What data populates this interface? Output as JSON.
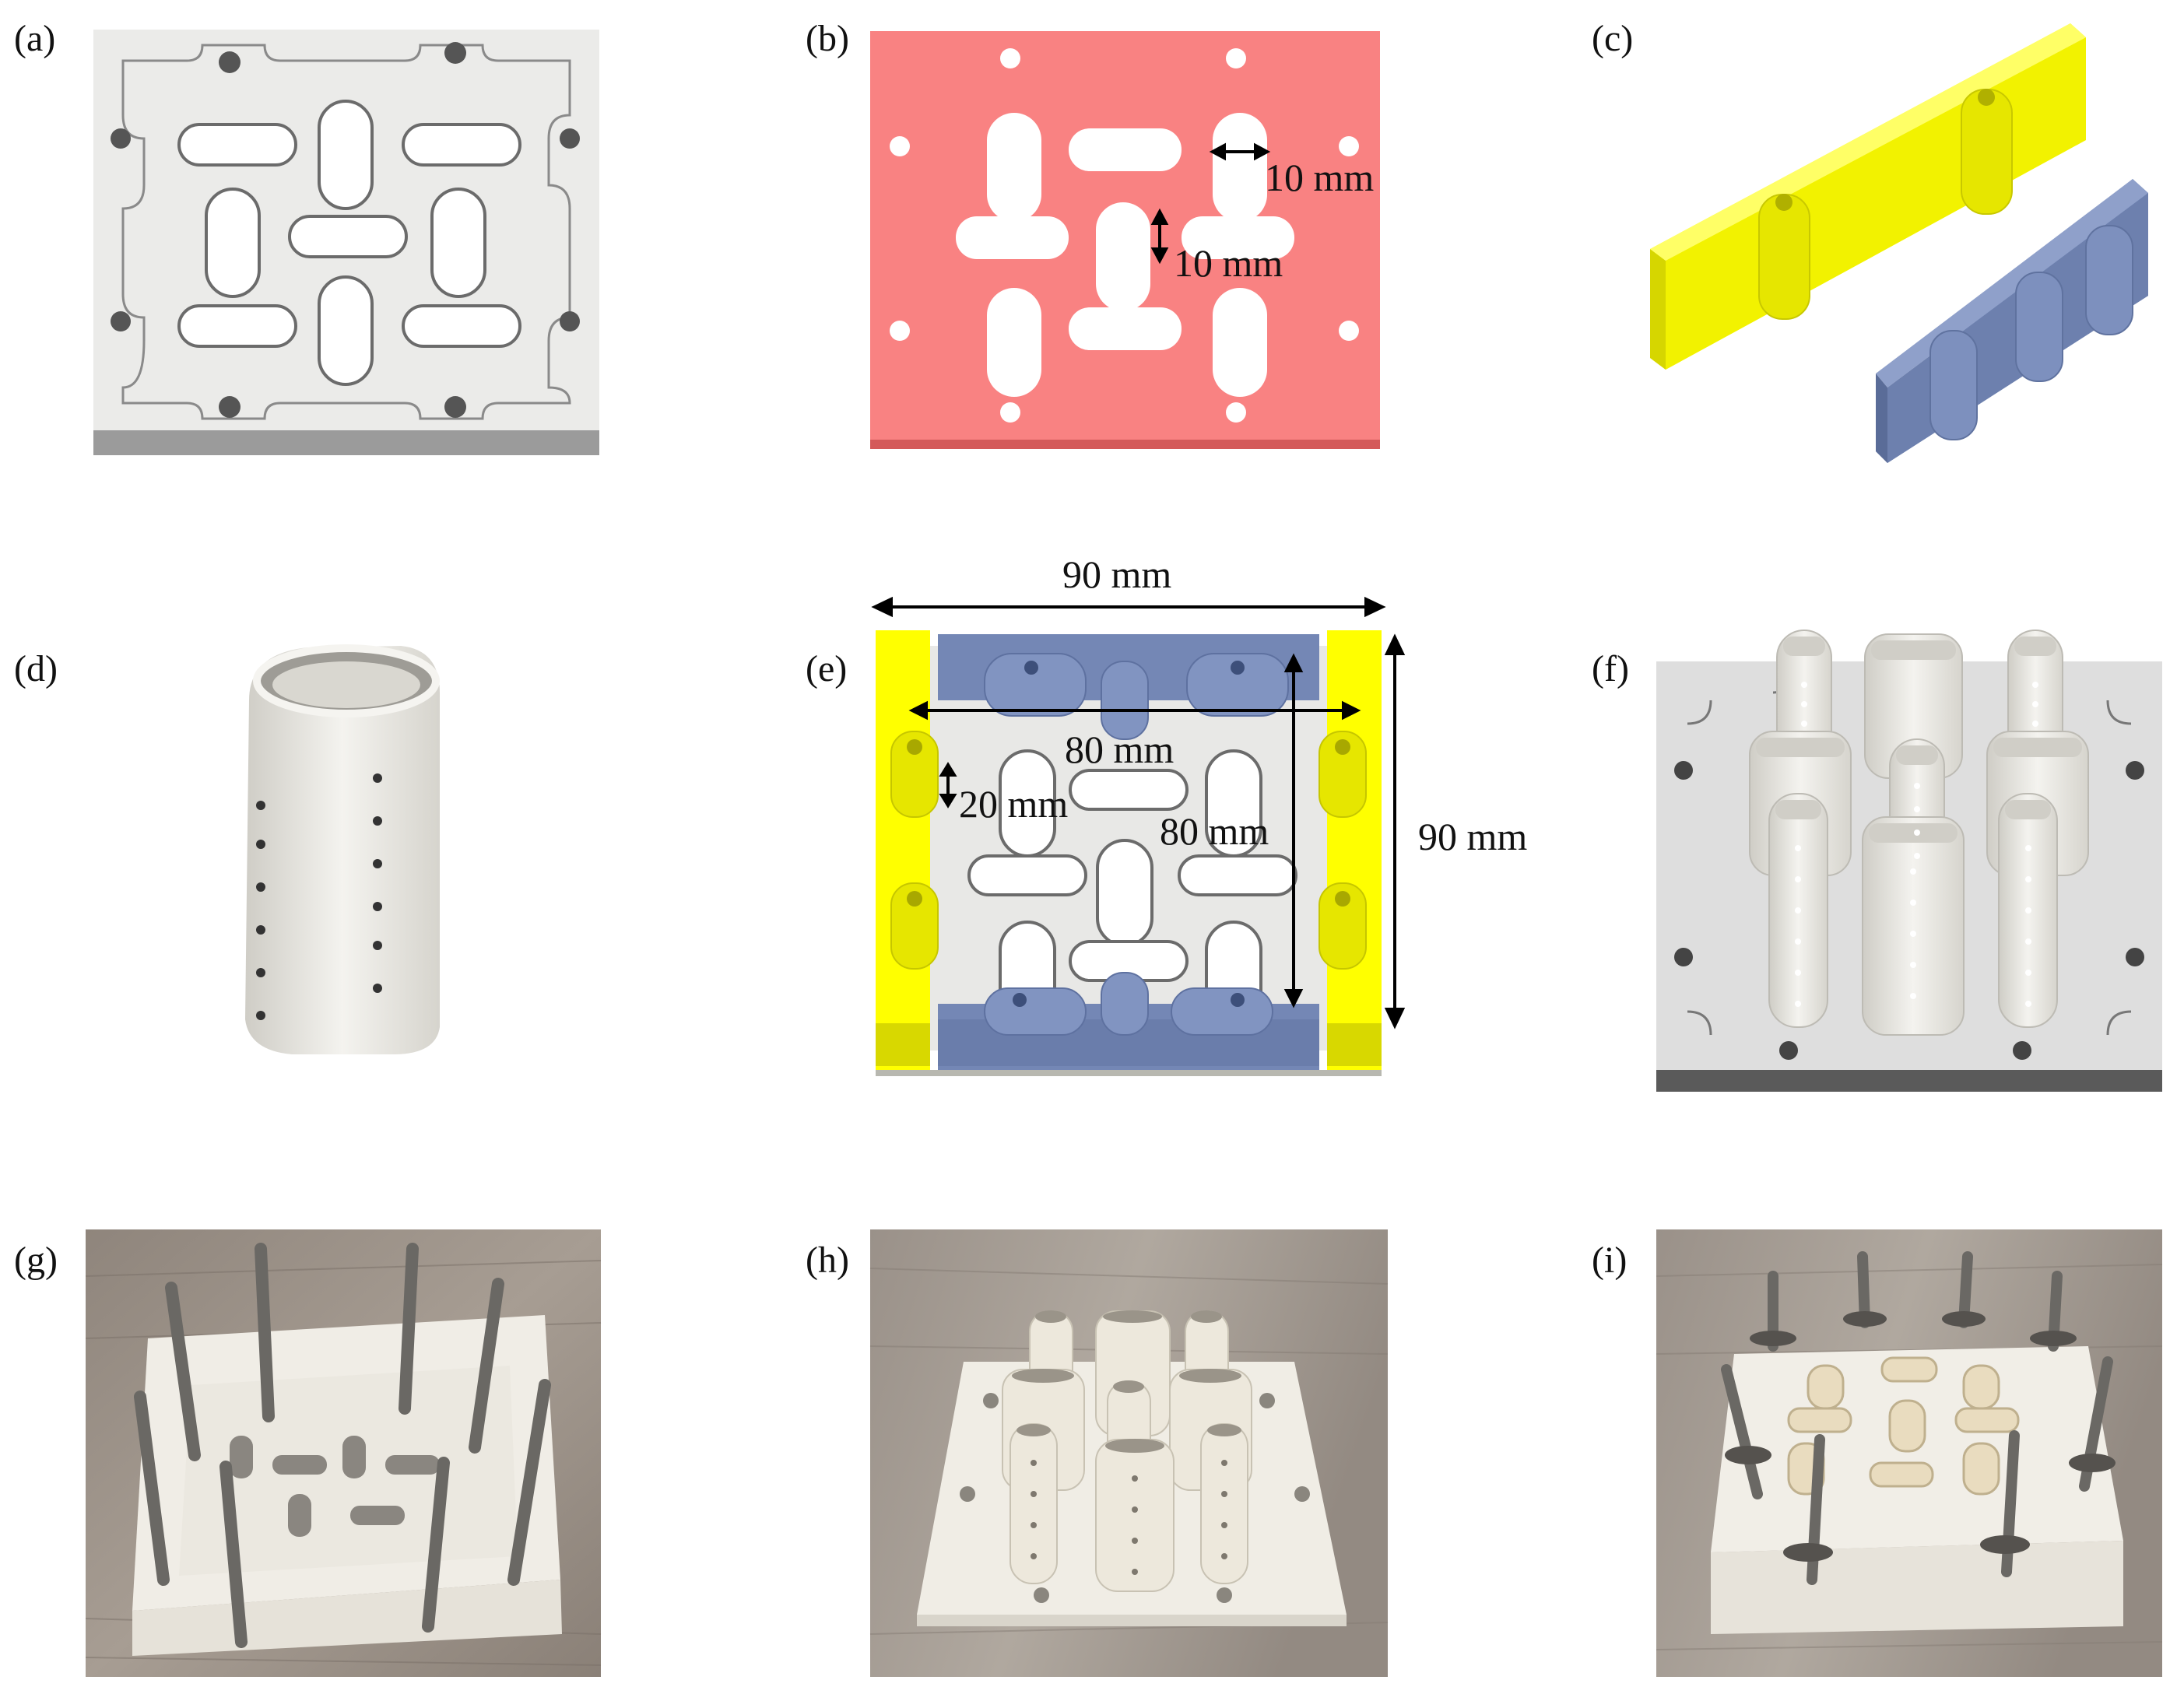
{
  "panels": {
    "a": {
      "label": "(a)"
    },
    "b": {
      "label": "(b)",
      "dim_width": "10 mm",
      "dim_height": "10 mm"
    },
    "c": {
      "label": "(c)"
    },
    "d": {
      "label": "(d)"
    },
    "e": {
      "label": "(e)",
      "outer_width": "90 mm",
      "outer_height": "90 mm",
      "inner_width": "80 mm",
      "inner_height": "80 mm",
      "gap": "20 mm"
    },
    "f": {
      "label": "(f)"
    },
    "g": {
      "label": "(g)"
    },
    "h": {
      "label": "(h)"
    },
    "i": {
      "label": "(i)"
    }
  },
  "colors": {
    "plate_gray": "#e8e8e6",
    "plate_pink": "#f98282",
    "clamp_yellow": "#ffff00",
    "clamp_blue": "#7487b5",
    "tube_white": "#eeede8",
    "photo_wood": "#9a8f86"
  }
}
